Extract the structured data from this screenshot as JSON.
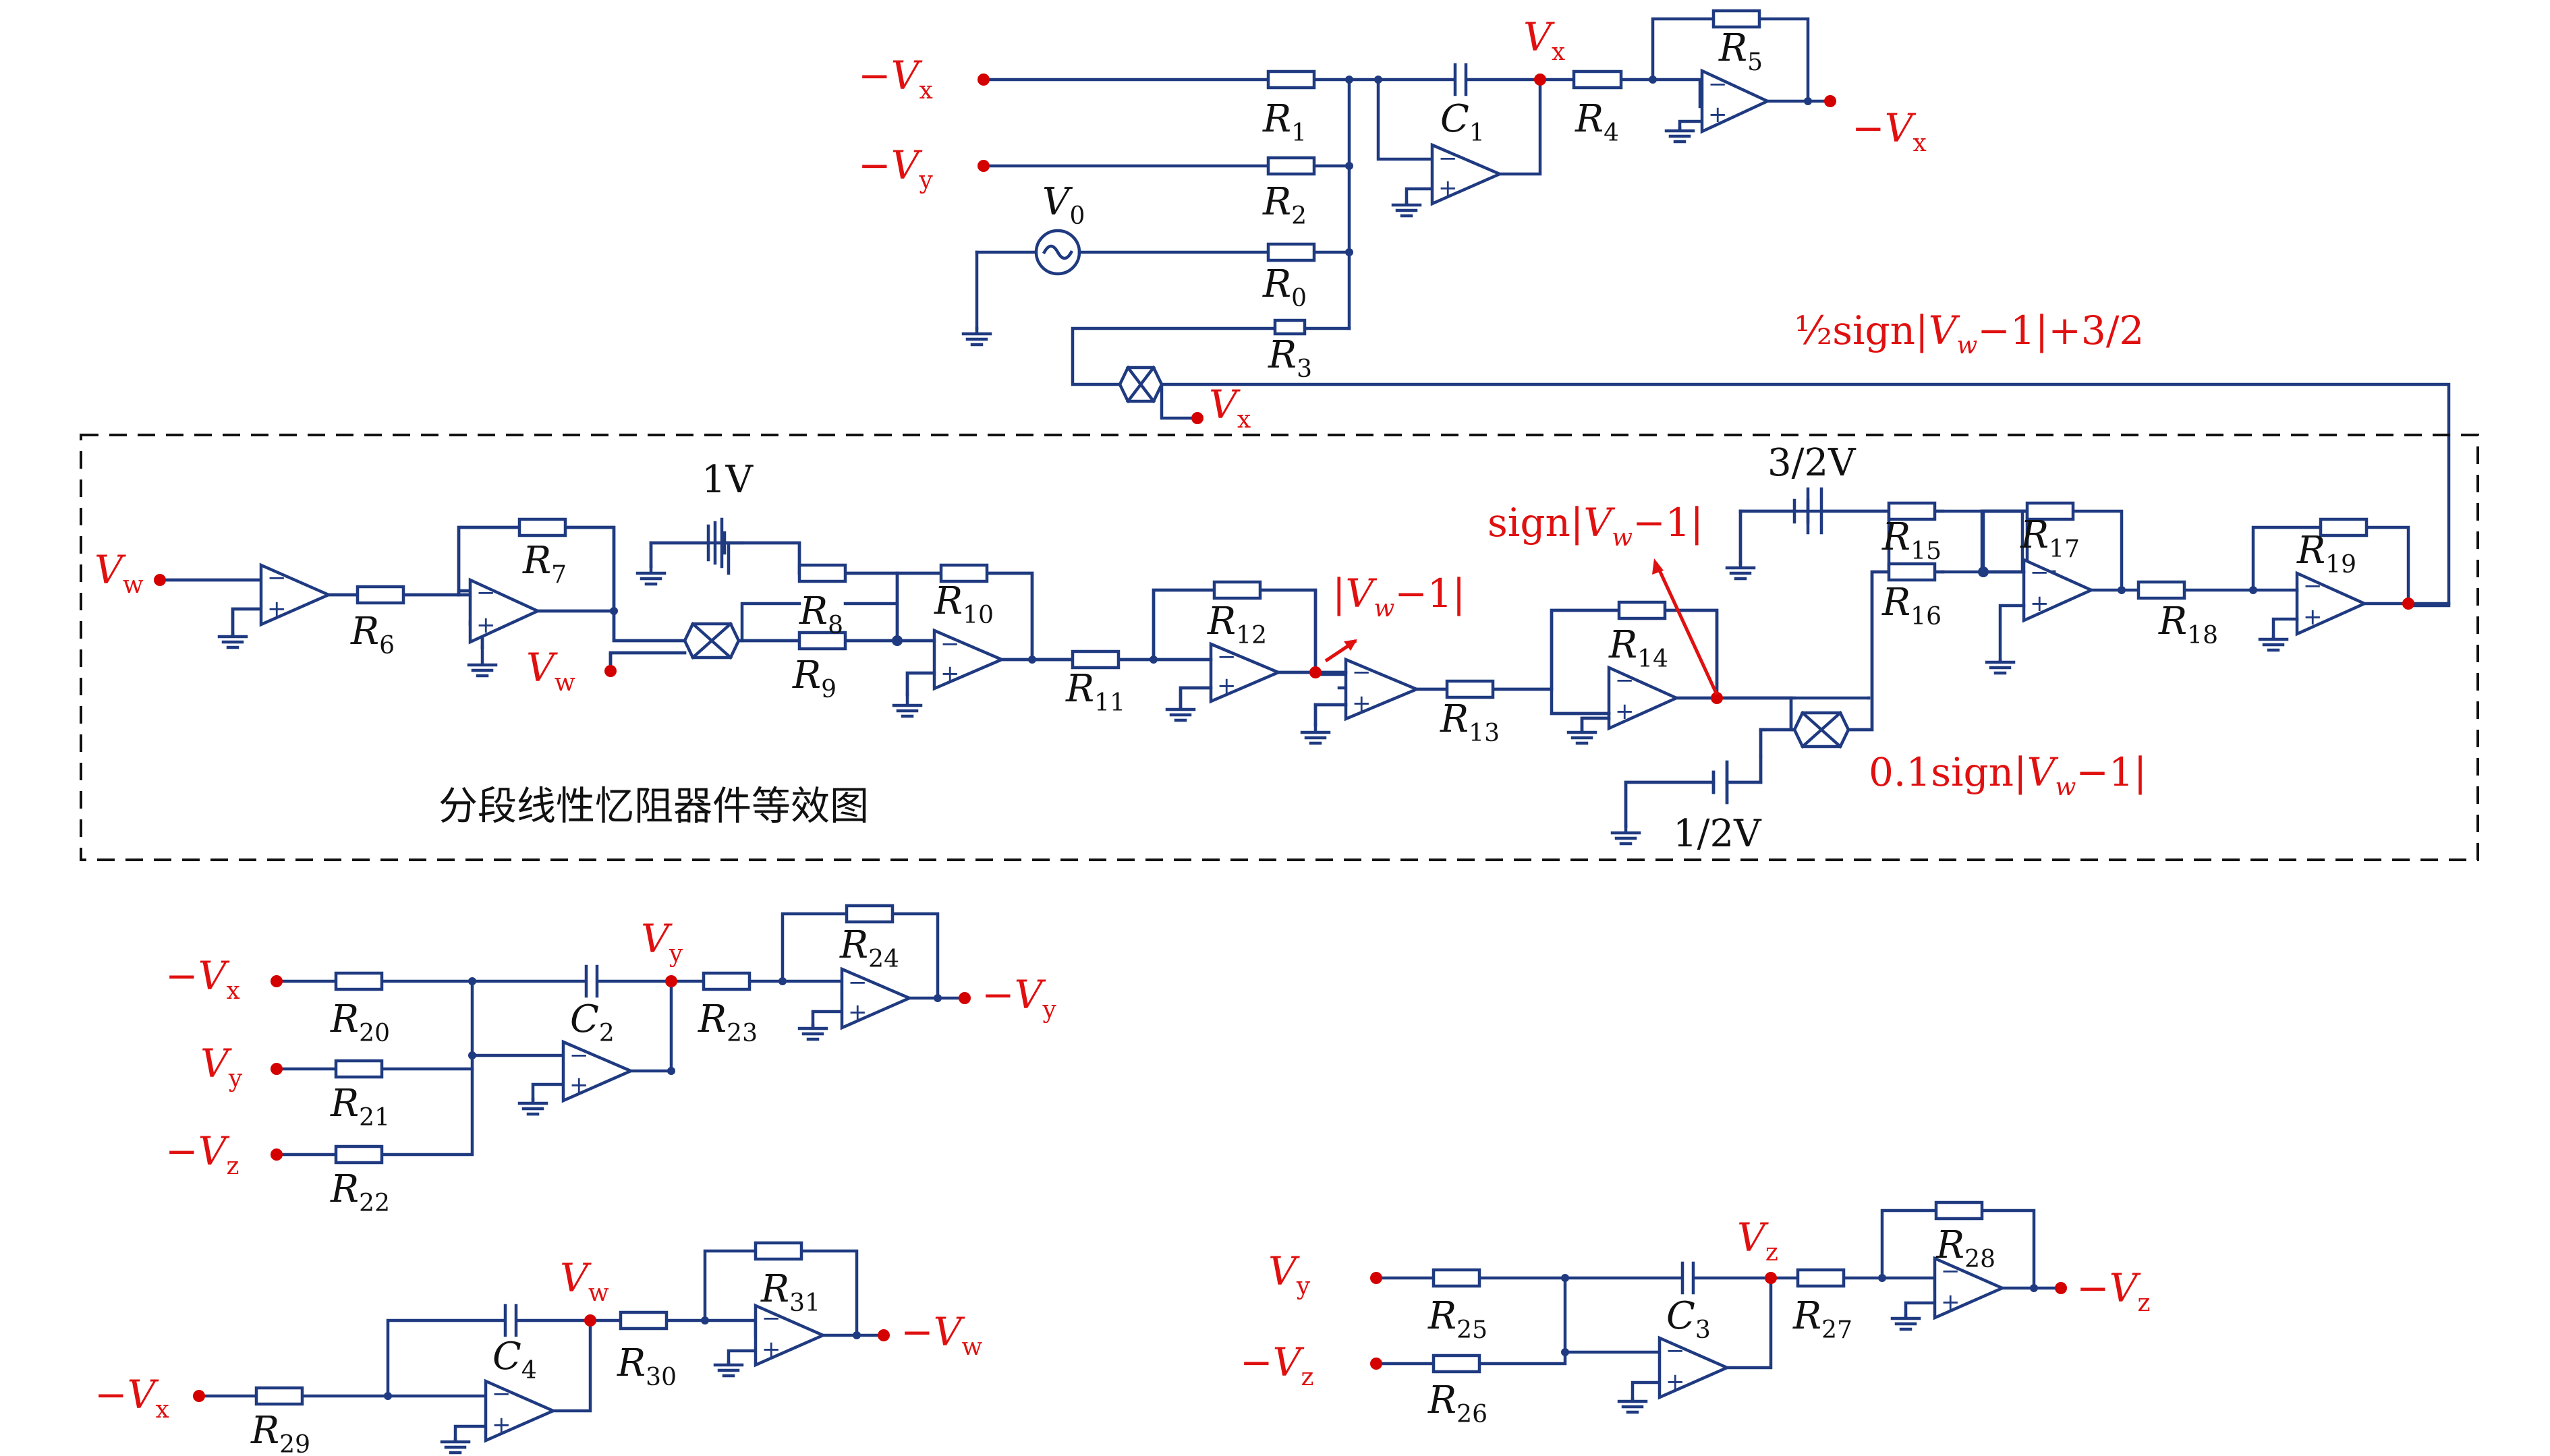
{
  "labels": {
    "R1": "1",
    "R2": "2",
    "R0": "0",
    "R3": "3",
    "R4": "4",
    "R5": "5",
    "R6": "6",
    "R7": "7",
    "R8": "8",
    "R9": "9",
    "R10": "10",
    "R11": "11",
    "R12": "12",
    "R13": "13",
    "R14": "14",
    "R15": "15",
    "R16": "16",
    "R17": "17",
    "R18": "18",
    "R19": "19",
    "R20": "20",
    "R21": "21",
    "R22": "22",
    "R23": "23",
    "R24": "24",
    "R25": "25",
    "R26": "26",
    "R27": "27",
    "R28": "28",
    "R29": "29",
    "R30": "30",
    "R31": "31",
    "C1": "1",
    "C2": "2",
    "C3": "3",
    "C4": "4",
    "V0": "0",
    "R_letter": "R",
    "C_letter": "C",
    "V_letter": "V",
    "one_v": "1V",
    "three_half_v": "3/2V",
    "one_half_v": "1/2V"
  },
  "signals": {
    "minus": "−",
    "x": "x",
    "y": "y",
    "z": "z",
    "w": "w",
    "V": "V"
  },
  "annotations": {
    "half_sign_prefix": "½sign|",
    "half_sign_suffix": "−1|+3/2",
    "sign_prefix": "sign|",
    "sign_suffix": "−1|",
    "abs_prefix": "|",
    "abs_suffix": "−1|",
    "point1_prefix": "0.1sign|",
    "point1_suffix": "−1|"
  },
  "caption": "分段线性忆阻器件等效图"
}
